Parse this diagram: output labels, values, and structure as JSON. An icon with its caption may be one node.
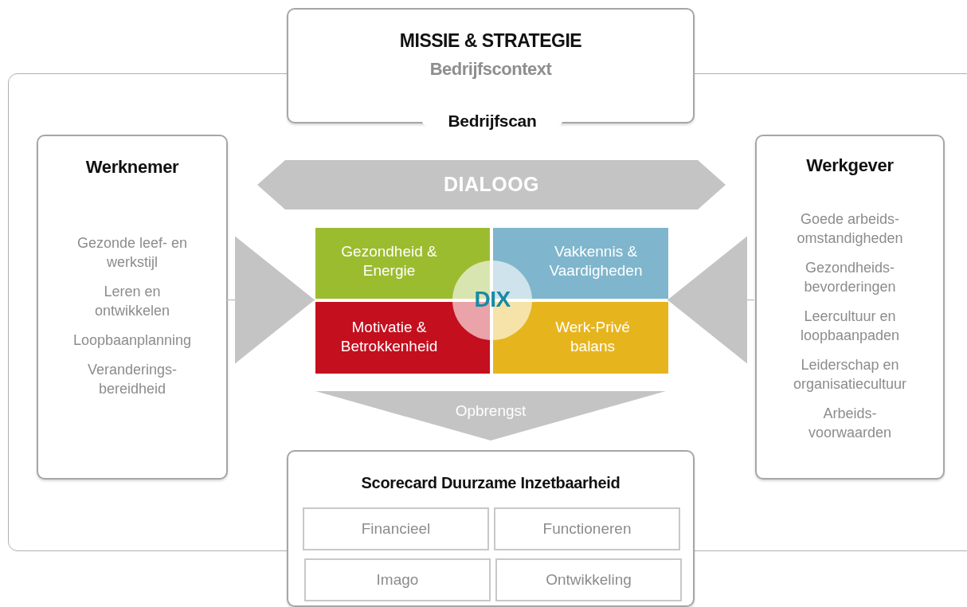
{
  "diagram": {
    "nodes": [
      {
        "text": [],
        "shape": "box"
      },
      {
        "text": [
          "MISSIE & STRATEGIE",
          "Bedrijfscontext",
          "Bedrijfscan"
        ]
      },
      {
        "text": [
          "Werknemer",
          "Gezonde leef- en werkstijl",
          "Leren en ontwikkelen",
          "Loopbaanplanning",
          "Veranderings- bereidheid"
        ],
        "in": 0
      },
      {
        "text": [
          "Werkgever",
          "Goede arbeids- omstandigheden",
          "Gezondheids- bevorderingen",
          "Leercultuur en loopbaanpaden",
          "Leiderschap en organisatiecultuur",
          "Arbeids- voorwaarden"
        ],
        "in": 0
      },
      {
        "text": [
          "DIALOOG"
        ],
        "in": 0
      },
      {
        "text": [],
        "shape": "box",
        "in": 0
      },
      {
        "text": [
          "Gezondheid & Energie"
        ],
        "in": 5
      },
      {
        "text": [
          "Vakkennis & Vaardigheden"
        ],
        "in": 5
      },
      {
        "text": [
          "Motivatie & Betrokkenheid"
        ],
        "in": 5
      },
      {
        "text": [
          "Werk-Privé balans"
        ],
        "in": 5
      },
      {
        "text": [
          "DIX"
        ],
        "in": 5
      },
      {
        "text": [
          "Opbrengst"
        ],
        "in": 0
      },
      {
        "text": [
          "Scorecard Duurzame Inzetbaarheid"
        ]
      },
      {
        "text": [
          "Financieel"
        ]
      },
      {
        "text": [
          "Functioneren"
        ]
      },
      {
        "text": [
          "Imago"
        ],
        "in": 12
      },
      {
        "text": [
          "Ontwikkeling"
        ],
        "in": 12
      }
    ],
    "edges": [
      {
        "from": 2,
        "to": 5,
        "arrow": "to"
      },
      {
        "from": 3,
        "to": 5,
        "arrow": "to"
      }
    ]
  }
}
